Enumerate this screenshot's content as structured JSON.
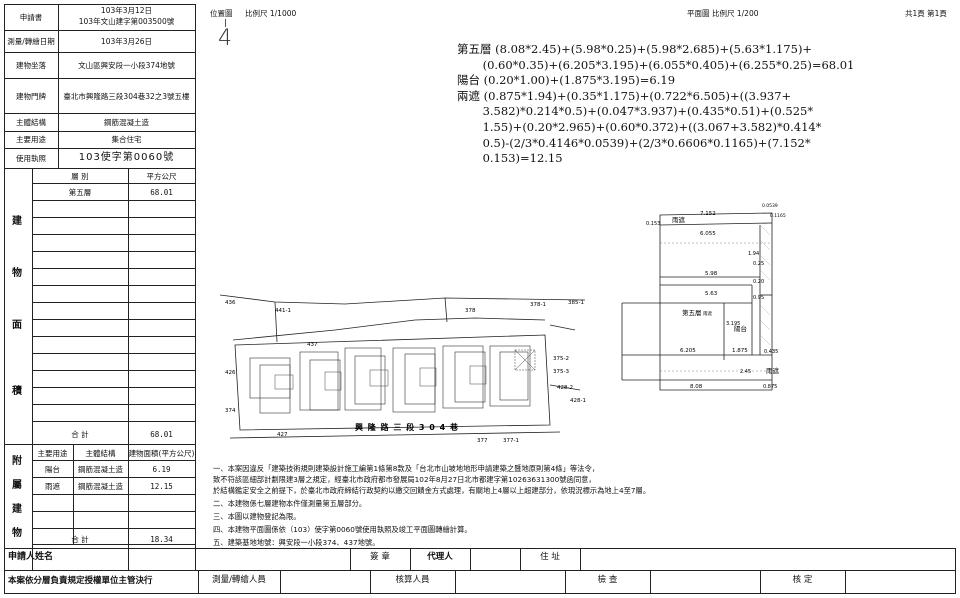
{
  "left_table": {
    "rows": [
      {
        "label": "申請書",
        "value_line1": "103年3月12日",
        "value_line2": "103年文山建字第003500號"
      },
      {
        "label": "測量/轉繪日期",
        "value": "103年3月26日"
      },
      {
        "label": "建物坐落",
        "value": "文山區興安段一小段374地號"
      },
      {
        "label": "建物門牌",
        "value": "臺北市興隆路三段304巷32之3號五樓"
      },
      {
        "label": "主體結構",
        "value": "鋼筋混凝土造"
      },
      {
        "label": "主要用途",
        "value": "集合住宅"
      },
      {
        "label": "使用執照",
        "value": "103使字第0060號"
      }
    ],
    "main_header": {
      "col1": "層  別",
      "col2": "平方公尺"
    },
    "main_side_chars": [
      "建",
      "物",
      "面",
      "積"
    ],
    "main_rows": [
      {
        "floor": "第五層",
        "area": "68.01"
      }
    ],
    "main_total": {
      "label": "合    計",
      "value": "68.01"
    },
    "annex_header": {
      "col1": "主要用途",
      "col2": "主體結構",
      "col3": "建物面積(平方公尺)"
    },
    "annex_side_chars": [
      "附",
      "屬",
      "建",
      "物"
    ],
    "annex_rows": [
      {
        "use": "陽台",
        "structure": "鋼筋混凝土造",
        "area": "6.19"
      },
      {
        "use": "雨遮",
        "structure": "鋼筋混凝土造",
        "area": "12.15"
      }
    ],
    "annex_total": {
      "label": "合    計",
      "value": "18.34"
    }
  },
  "header": {
    "location_label": "位置圖",
    "location_scale": "比例尺  1/1000",
    "plan_label": "平面圖",
    "plan_scale": "比例尺  1/200",
    "page_info": "共1頁  第1頁",
    "drawing_number": "4"
  },
  "formulas": [
    "第五層 (8.08*2.45)+(5.98*0.25)+(5.98*2.685)+(5.63*1.175)+",
    "       (0.60*0.35)+(6.205*3.195)+(6.055*0.405)+(6.255*0.25)=68.01",
    "陽台 (0.20*1.00)+(1.875*3.195)=6.19",
    "兩遮 (0.875*1.94)+(0.35*1.175)+(0.722*6.505)+((3.937+",
    "       3.582)*0.214*0.5)+(0.047*3.937)+(0.435*0.51)+(0.525*",
    "       1.55)+(0.20*2.965)+(0.60*0.372)+((3.067+3.582)*0.414*",
    "       0.5)-(2/3*0.4146*0.0539)+(2/3*0.6606*0.1165)+(7.152*",
    "       0.153)=12.15"
  ],
  "location_map": {
    "parcels": [
      "436",
      "441-1",
      "378",
      "378-1",
      "385-1",
      "437",
      "426",
      "427",
      "374",
      "375-2",
      "375-3",
      "428-2",
      "428-1",
      "377",
      "377-1"
    ],
    "road_label": "興 隆 路 三 段 3 0 4 巷"
  },
  "floor_plan": {
    "labels": {
      "main_room": "第五層",
      "room_tag": "雨遮",
      "balcony": "陽台",
      "canopy_top": "雨遮",
      "canopy_right": "雨遮"
    },
    "dims": [
      "7.152",
      "6.055",
      "5.98",
      "5.63",
      "6.205",
      "1.875",
      "8.08",
      "0.875",
      "0.435",
      "0.20",
      "0.95",
      "0.25",
      "0.153",
      "0.1165",
      "0.0539",
      "3.195",
      "2.45",
      "1.94"
    ]
  },
  "notes": [
    "一、本案因違反「建築技術規則建築設計施工編第1條第8款及「台北市山坡地地形申請建築之暨地原則第4條」等法令，",
    "      致不符該區細部計劃限建3層之規定，經臺北市政府都市發展局102年8月27日北市都建字第10263631300號函同意，",
    "      於結構鑑定安全之前提下，於臺北市政府締結行政契約以繳交回饋金方式處理，有關地上4層以上超建部分，依現況標示為地上4至7層。",
    "二、本建物係七層建物本件僅測量第五層部分。",
    "三、本圖以建物登記為限。",
    "四、本建物平面圖係依（103）使字第0060號使用執照及竣工平面圖轉繪計算。",
    "五、建築基地地號：興安段一小段374、437地號。"
  ],
  "footer": {
    "applicant_label": "申請人姓名",
    "seal_label": "簽  章",
    "agent_label": "代理人",
    "address_label": "住  址",
    "disclaimer": "本案依分層負責規定授權單位主管決行",
    "surveyor_label": "測量/轉繪人員",
    "checker_label": "核算人員",
    "inspect_label": "檢    查",
    "approve_label": "核    定"
  }
}
